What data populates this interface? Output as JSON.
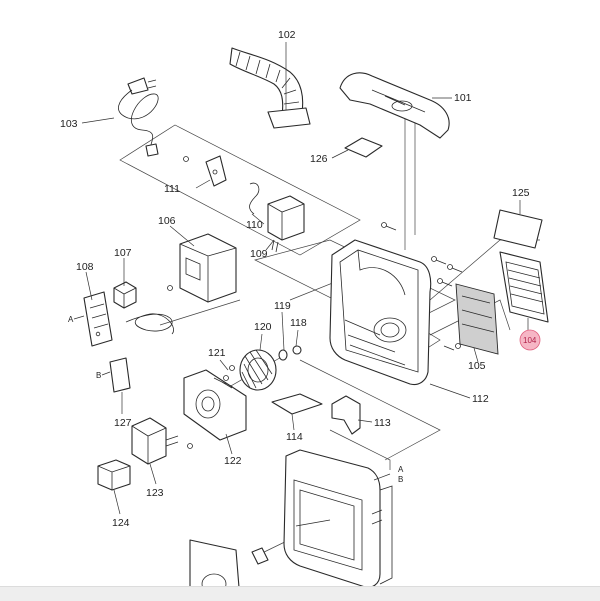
{
  "diagram": {
    "callouts": {
      "c101": "101",
      "c102": "102",
      "c103": "103",
      "c104": "104",
      "c105": "105",
      "c106": "106",
      "c107": "107",
      "c108": "108",
      "c109": "109",
      "c110": "110",
      "c111": "111",
      "c112": "112",
      "c113": "113",
      "c114": "114",
      "c118": "118",
      "c119": "119",
      "c120": "120",
      "c121": "121",
      "c122": "122",
      "c123": "123",
      "c124": "124",
      "c125": "125",
      "c126": "126",
      "c127": "127"
    },
    "letters": {
      "a1": "A",
      "b1": "B",
      "a2": "A",
      "b2": "B"
    },
    "highlighted_part": "104",
    "colors": {
      "highlight_fill": "#f6b6c5",
      "highlight_stroke": "#e0607e",
      "line": "#2a2a2a"
    }
  }
}
